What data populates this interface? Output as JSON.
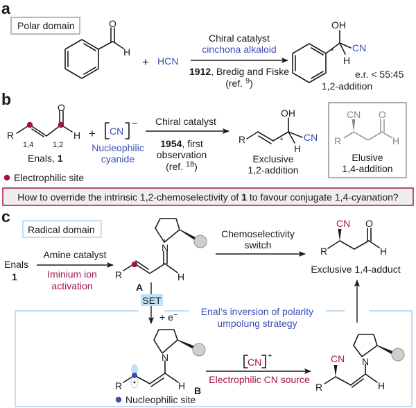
{
  "panel_a": {
    "label": "a",
    "domain_box": "Polar domain",
    "reactant_O": "O",
    "reactant_H": "H",
    "plus": "+",
    "reagent": "HCN",
    "arrow_above_1": "Chiral catalyst",
    "arrow_above_2": "cinchona alkaloid",
    "arrow_below_year": "1912",
    "arrow_below_authors": ", Bredig and Fiske",
    "arrow_below_ref": "(ref. ",
    "arrow_below_ref_num": "9",
    "arrow_below_ref_close": ")",
    "product_OH": "OH",
    "product_CN": "CN",
    "product_H": "H",
    "stereo_mark": "*",
    "er": "e.r. < 55:45",
    "product_label": "1,2-addition"
  },
  "panel_b": {
    "label": "b",
    "enal_R": "R",
    "enal_O": "O",
    "enal_H": "H",
    "pos_14": "1,4",
    "pos_12": "1,2",
    "enal_name": "Enals, ",
    "enal_num": "1",
    "plus": "+",
    "cyanide": "CN",
    "cyanide_charge": "−",
    "cyanide_label_1": "Nucleophilic",
    "cyanide_label_2": "cyanide",
    "arrow_above": "Chiral catalyst",
    "arrow_below_year": "1954",
    "arrow_below_1": ", first",
    "arrow_below_2": "observation",
    "arrow_below_ref": "(ref. ",
    "arrow_below_ref_num": "18",
    "arrow_below_ref_close": ")",
    "product_R": "R",
    "product_OH": "OH",
    "product_CN": "CN",
    "product_H": "H",
    "stereo_mark": "*",
    "product_label_1": "Exclusive",
    "product_label_2": "1,2-addition",
    "elusive_CN": "CN",
    "elusive_O": "O",
    "elusive_R": "R",
    "elusive_H": "H",
    "elusive_label_1": "Elusive",
    "elusive_label_2": "1,4-addition",
    "legend": "Electrophilic site"
  },
  "question": {
    "pre": "How to override the intrinsic 1,2-chemoselectivity of ",
    "bold": "1",
    "post": " to favour conjugate 1,4-cyanation?"
  },
  "panel_c": {
    "label": "c",
    "domain_box": "Radical domain",
    "enals_1": "Enals",
    "enals_2": "1",
    "arrow1_above": "Amine catalyst",
    "arrow1_below_1": "Iminium ion",
    "arrow1_below_2": "activation",
    "iminium_N": "N",
    "iminium_charge": "+",
    "iminium_R": "R",
    "iminium_H": "H",
    "intermediate_A": "A",
    "switch_1": "Chemoselectivity",
    "switch_2": "switch",
    "product_CN": "CN",
    "product_O": "O",
    "product_R": "R",
    "product_H": "H",
    "product_label": "Exclusive 1,4-adduct",
    "set_label": "SET",
    "electron": "+ e",
    "electron_charge": "−",
    "umpolung_1": "Enal’s inversion of polarity",
    "umpolung_2": "umpolung strategy",
    "radical_N": "N",
    "radical_R": "R",
    "radical_H": "H",
    "intermediate_B": "B",
    "cn_plus": "CN",
    "cn_plus_charge": "+",
    "electrophilic_source": "Electrophilic CN source",
    "adduct_CN": "CN",
    "adduct_N": "N",
    "adduct_R": "R",
    "adduct_H": "H",
    "legend": "Nucleophilic site"
  },
  "colors": {
    "blue_text": "#3a4fb5",
    "crimson": "#a3124f",
    "light_blue_box": "#a9d1f0",
    "set_highlight": "#bfe0f8",
    "grey_box": "#888888",
    "question_bg": "#eeeeee",
    "catalyst_ball": "#cfcfcf"
  }
}
